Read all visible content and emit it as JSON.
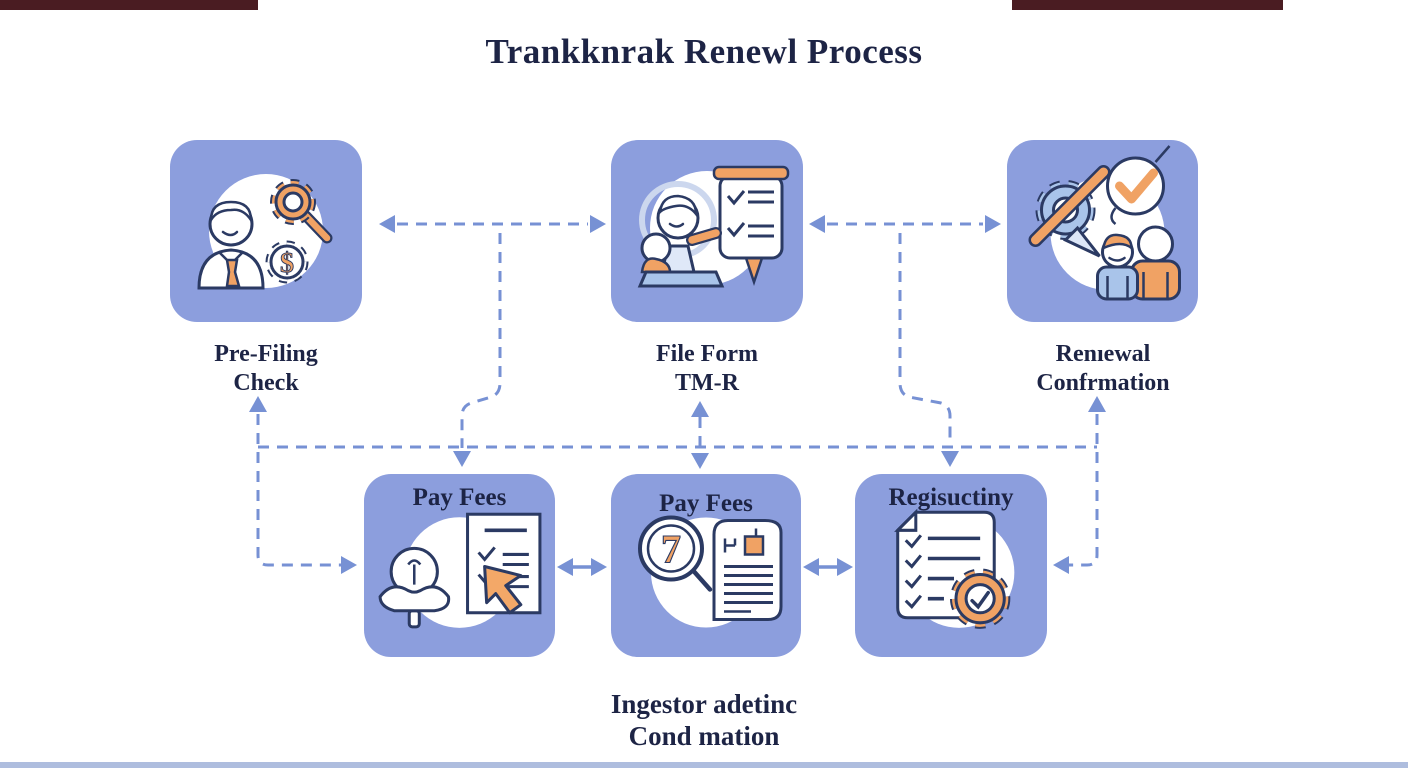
{
  "title": "Trankknrak Renewl Process",
  "caption": {
    "line1": "Ingestor adetinc",
    "line2": "Cond mation"
  },
  "nodes": [
    {
      "id": "pre-filing-check",
      "label_line1": "Pre-Filing",
      "label_line2": "Check",
      "icon": "person-gear-magnifier-dollar-icon"
    },
    {
      "id": "file-form-tmr",
      "label_line1": "File Form",
      "label_line2": "TM-R",
      "icon": "clerk-checklist-sign-icon"
    },
    {
      "id": "renewal-confirmation",
      "label_line1": "Renıewal",
      "label_line2": "Confrmation",
      "icon": "gear-checkmark-people-icon"
    },
    {
      "id": "pay-fees-left",
      "label": "Pay Fees",
      "icon": "hand-lightbulb-checklist-cursor-icon"
    },
    {
      "id": "pay-fees-center",
      "label": "Pay Fees",
      "icon": "magnifier-seven-receipt-icon"
    },
    {
      "id": "registry-scrutiny",
      "label": "Regisuctiny",
      "icon": "checklist-gear-icon"
    }
  ],
  "colors": {
    "box_fill": "#8c9edd",
    "arrow": "#7791d4",
    "text": "#1d2445",
    "icon_outline": "#2b3a63",
    "icon_orange": "#f0a264",
    "icon_light_blue": "#a9c4ea",
    "top_bar": "#4a1c22",
    "bottom_bar": "#aebdde"
  }
}
